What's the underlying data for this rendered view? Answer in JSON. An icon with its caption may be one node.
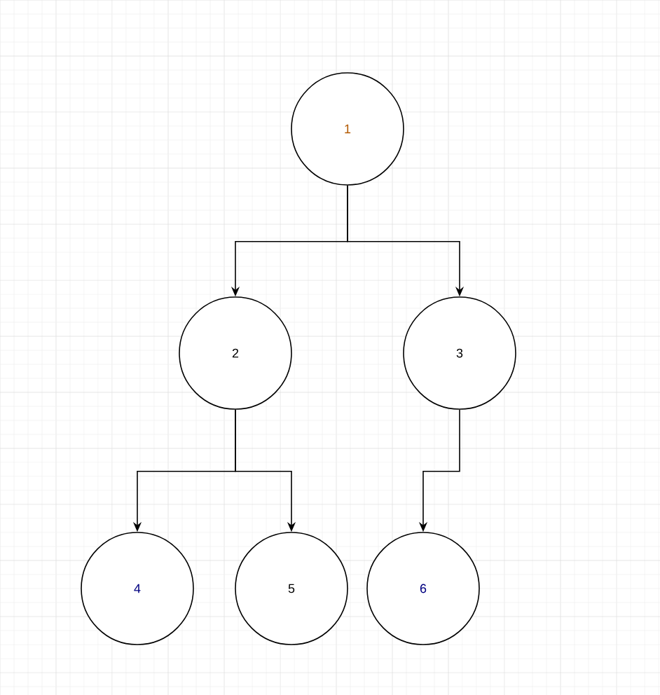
{
  "diagram": {
    "nodes": [
      {
        "text": [
          "1"
        ]
      },
      {
        "text": [
          "2"
        ]
      },
      {
        "text": [
          "3"
        ]
      },
      {
        "text": [
          "4"
        ]
      },
      {
        "text": [
          "5"
        ]
      },
      {
        "text": [
          "6"
        ]
      }
    ],
    "edges": [
      {
        "from": 0,
        "to": 1,
        "arrow": "to"
      },
      {
        "from": 0,
        "to": 2,
        "arrow": "to"
      },
      {
        "from": 1,
        "to": 3,
        "arrow": "to"
      },
      {
        "from": 1,
        "to": 4,
        "arrow": "to"
      },
      {
        "from": 2,
        "to": 5,
        "arrow": "to"
      }
    ]
  }
}
